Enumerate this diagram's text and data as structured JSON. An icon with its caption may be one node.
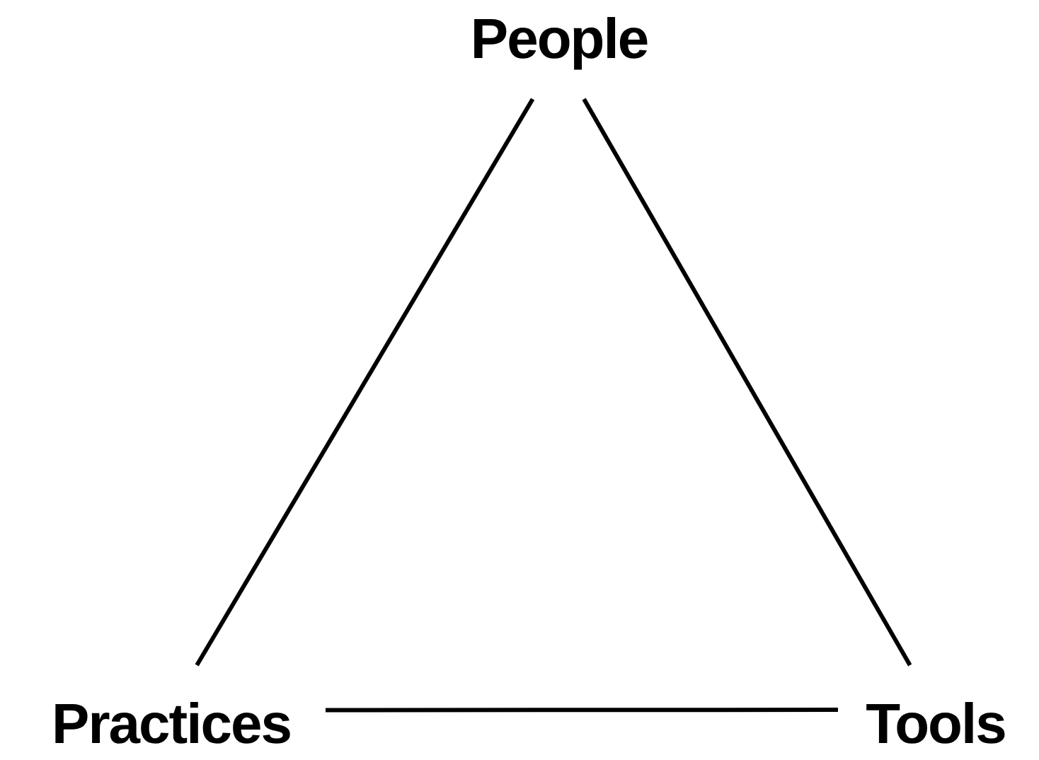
{
  "diagram": {
    "nodes": [
      {
        "text": [
          "People"
        ]
      },
      {
        "text": [
          "Practices"
        ]
      },
      {
        "text": [
          "Tools"
        ]
      }
    ],
    "edges": [
      {
        "from": 0,
        "to": 1,
        "arrow": "none"
      },
      {
        "from": 0,
        "to": 2,
        "arrow": "none"
      },
      {
        "from": 1,
        "to": 2,
        "arrow": "none"
      }
    ]
  }
}
